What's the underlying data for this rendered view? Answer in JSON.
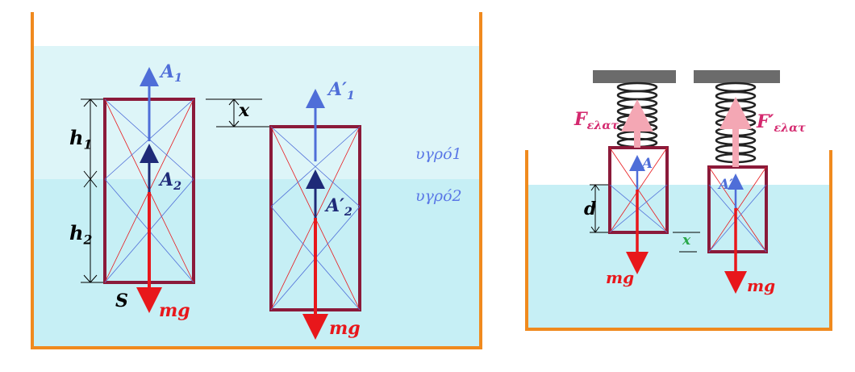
{
  "colors": {
    "tank_wall": "#f08a1e",
    "liquid_upper": "#ddf5f8",
    "liquid_lower": "#c6eff5",
    "block_border": "#8b1a3a",
    "weight_arrow": "#e8171b",
    "buoyancy_arrow": "#4f6ed8",
    "buoyancy_arrow_dark": "#1e2a78",
    "spring_force_arrow": "#f4a7b4",
    "spring_force_label": "#d4286e",
    "ceiling": "#6b6b6b",
    "x_label_right": "#2aa84a"
  },
  "left_diagram": {
    "label_A1": "A",
    "label_A1_sub": "1",
    "label_A1p": "A′",
    "label_A1p_sub": "1",
    "label_A2": "A",
    "label_A2_sub": "2",
    "label_A2p": "A′",
    "label_A2p_sub": "2",
    "label_h1": "h",
    "label_h1_sub": "1",
    "label_h2": "h",
    "label_h2_sub": "2",
    "label_x": "x",
    "label_S": "S",
    "label_mg_left": "mg",
    "label_mg_right": "mg",
    "liquid1": "υγρό1",
    "liquid2": "υγρό2"
  },
  "right_diagram": {
    "label_F": "F",
    "label_F_sub": "ελατ",
    "label_Fp": "F′",
    "label_Fp_sub": "ελατ",
    "label_A": "A",
    "label_Ap": "A′",
    "label_d": "d",
    "label_x": "x",
    "label_mg_left": "mg",
    "label_mg_right": "mg"
  }
}
